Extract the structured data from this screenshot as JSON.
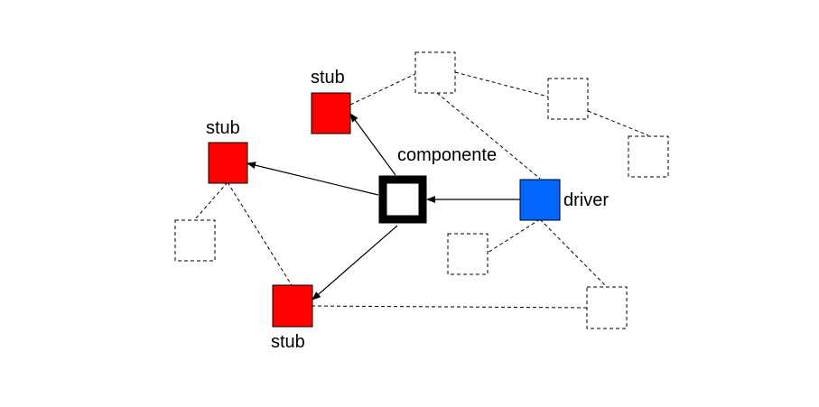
{
  "labels": {
    "component": "componente",
    "driver": "driver",
    "stub_top": "stub",
    "stub_left": "stub",
    "stub_bottom": "stub"
  },
  "colors": {
    "stub": "#ff0000",
    "driver": "#0066ff",
    "component_border": "#000000",
    "ghost_border": "#000000",
    "line": "#000000"
  },
  "legend": {
    "stub_role": "stub",
    "driver_role": "driver"
  }
}
